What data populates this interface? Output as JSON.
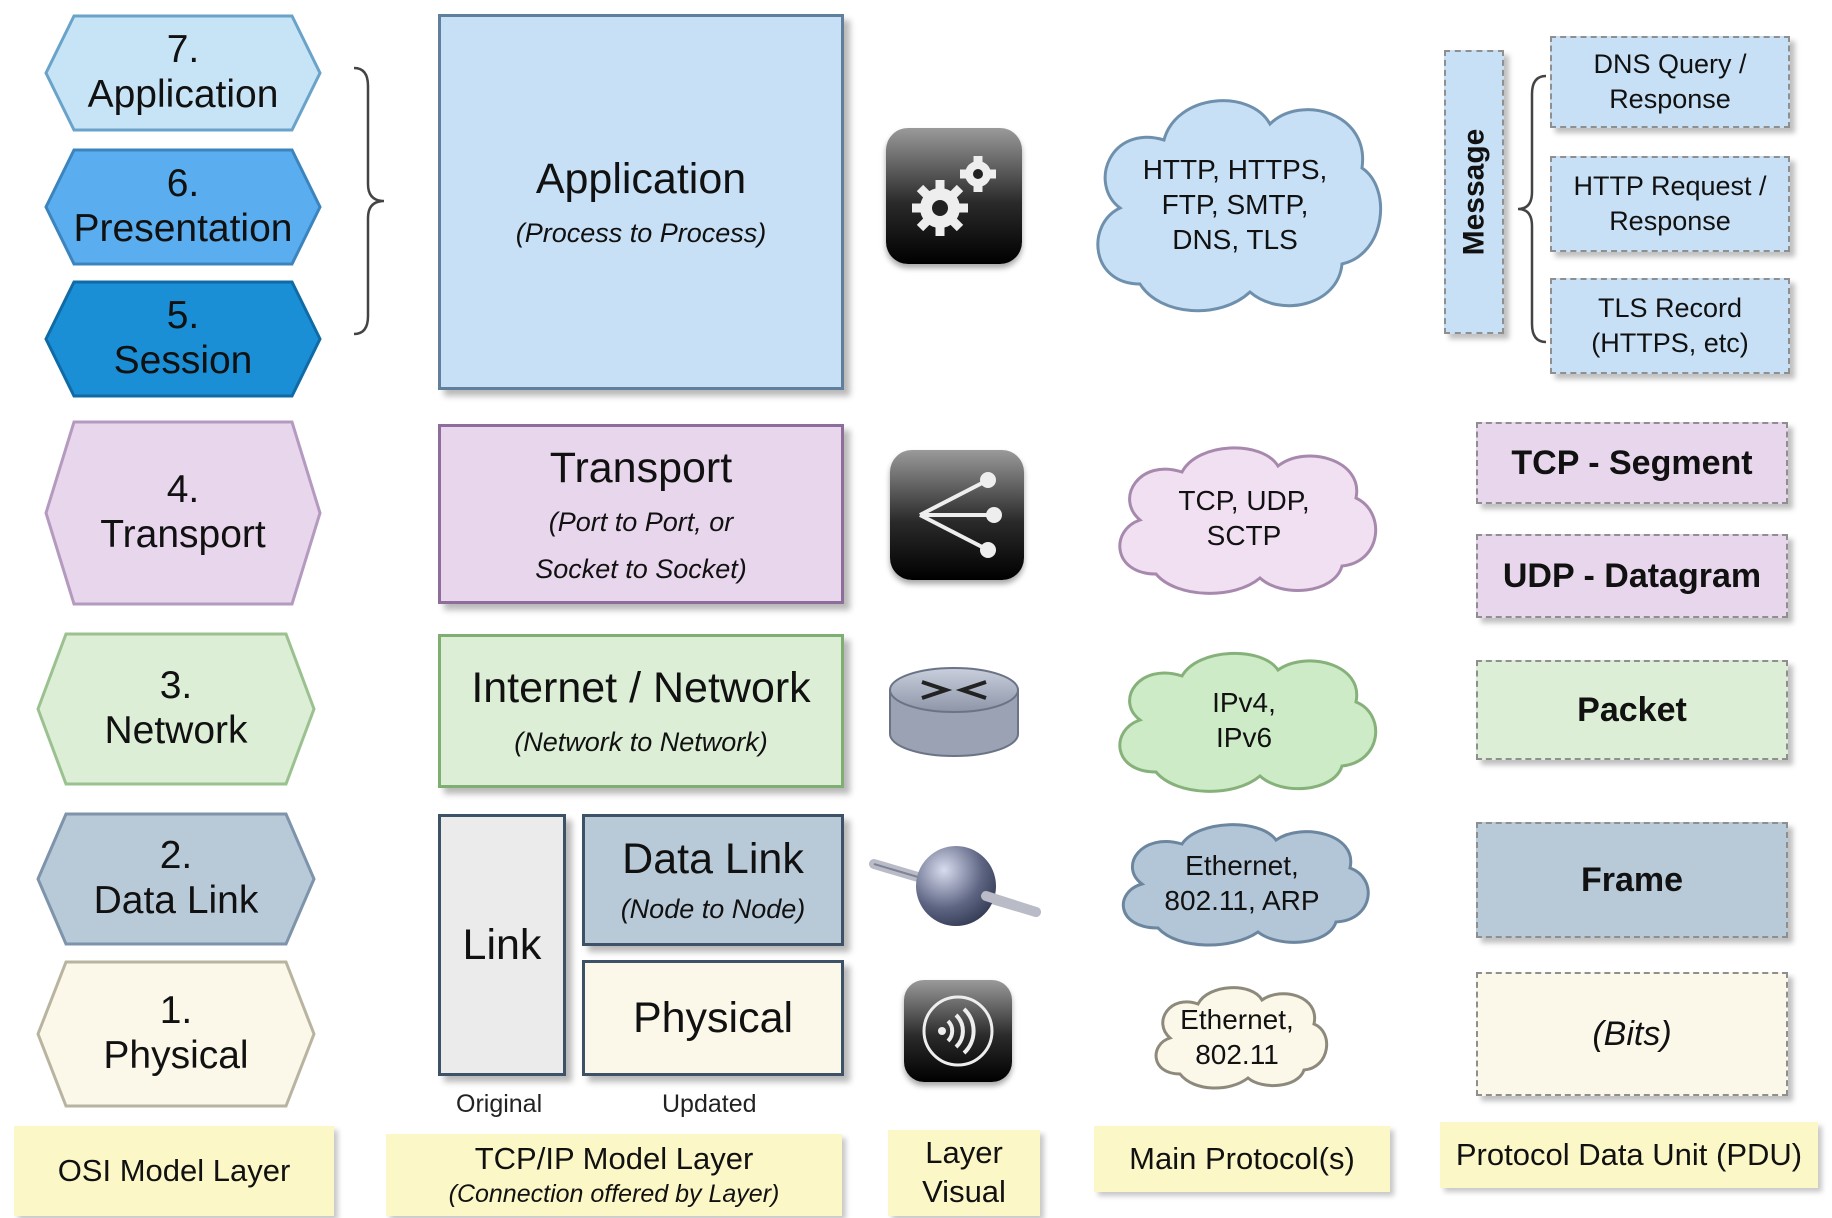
{
  "osi_layers": [
    {
      "number": "7.",
      "name": "Application"
    },
    {
      "number": "6.",
      "name": "Presentation"
    },
    {
      "number": "5.",
      "name": "Session"
    },
    {
      "number": "4.",
      "name": "Transport"
    },
    {
      "number": "3.",
      "name": "Network"
    },
    {
      "number": "2.",
      "name": "Data Link"
    },
    {
      "number": "1.",
      "name": "Physical"
    }
  ],
  "tcpip_layers": {
    "application": {
      "title": "Application",
      "subtitle": "(Process to Process)"
    },
    "transport": {
      "title": "Transport",
      "subtitle_line1": "(Port to Port, or",
      "subtitle_line2": "Socket to Socket)"
    },
    "internet": {
      "title": "Internet / Network",
      "subtitle": "(Network to Network)"
    },
    "link": {
      "title": "Link"
    },
    "datalink": {
      "title": "Data Link",
      "subtitle": "(Node to Node)"
    },
    "physical": {
      "title": "Physical"
    },
    "label_original": "Original",
    "label_updated": "Updated"
  },
  "protocols": {
    "application": [
      "HTTP, HTTPS,",
      "FTP, SMTP,",
      "DNS, TLS"
    ],
    "transport": [
      "TCP, UDP,",
      "SCTP"
    ],
    "network": [
      "IPv4,",
      "IPv6"
    ],
    "datalink": [
      "Ethernet,",
      "802.11, ARP"
    ],
    "physical": [
      "Ethernet,",
      "802.11"
    ]
  },
  "pdu": {
    "message_label": "Message",
    "dns": [
      "DNS Query /",
      "Response"
    ],
    "http": [
      "HTTP Request /",
      "Response"
    ],
    "tls": [
      "TLS Record",
      "(HTTPS, etc)"
    ],
    "tcp": "TCP - Segment",
    "udp": "UDP - Datagram",
    "packet": "Packet",
    "frame": "Frame",
    "bits": "(Bits)"
  },
  "headers": {
    "osi": "OSI Model Layer",
    "tcpip": "TCP/IP Model Layer",
    "tcpip_sub": "(Connection offered by Layer)",
    "visual_line1": "Layer",
    "visual_line2": "Visual",
    "protocols": "Main Protocol(s)",
    "pdu": "Protocol Data Unit (PDU)"
  },
  "icons": [
    "gears-icon",
    "share-icon",
    "router-icon",
    "network-node-icon",
    "wireless-signal-icon"
  ],
  "colors": {
    "app_light": "#bfe0f7",
    "app_mid": "#5aaeef",
    "app_dark": "#1a8fd6",
    "transport": "#e6d4ea",
    "network": "#dcefd6",
    "datalink": "#b8c9d8",
    "physical": "#fbf8ea",
    "header": "#fbf7c7"
  }
}
